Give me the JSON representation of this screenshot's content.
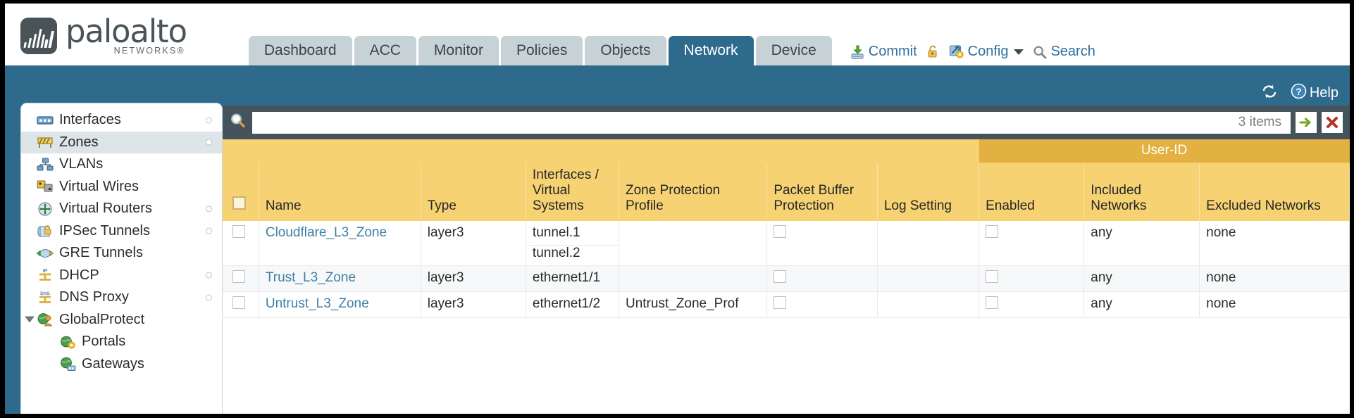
{
  "brand": {
    "name": "paloalto",
    "tagline": "NETWORKS®",
    "logo_icon": "paloalto-logo-icon"
  },
  "header": {
    "tabs": [
      {
        "label": "Dashboard",
        "active": false
      },
      {
        "label": "ACC",
        "active": false
      },
      {
        "label": "Monitor",
        "active": false
      },
      {
        "label": "Policies",
        "active": false
      },
      {
        "label": "Objects",
        "active": false
      },
      {
        "label": "Network",
        "active": true
      },
      {
        "label": "Device",
        "active": false
      }
    ],
    "actions": {
      "commit": "Commit",
      "lock_icon": "padlock-icon",
      "config": "Config",
      "search": "Search"
    }
  },
  "band": {
    "refresh_icon": "refresh-icon",
    "help": "Help"
  },
  "sidebar": {
    "items": [
      {
        "label": "Interfaces",
        "icon": "interfaces-icon",
        "active": false,
        "dot": true,
        "indent": false,
        "twisty": false
      },
      {
        "label": "Zones",
        "icon": "zones-icon",
        "active": true,
        "dot": true,
        "indent": false,
        "twisty": false
      },
      {
        "label": "VLANs",
        "icon": "vlans-icon",
        "active": false,
        "dot": false,
        "indent": false,
        "twisty": false
      },
      {
        "label": "Virtual Wires",
        "icon": "virtual-wires-icon",
        "active": false,
        "dot": false,
        "indent": false,
        "twisty": false
      },
      {
        "label": "Virtual Routers",
        "icon": "virtual-routers-icon",
        "active": false,
        "dot": true,
        "indent": false,
        "twisty": false
      },
      {
        "label": "IPSec Tunnels",
        "icon": "ipsec-tunnels-icon",
        "active": false,
        "dot": true,
        "indent": false,
        "twisty": false
      },
      {
        "label": "GRE Tunnels",
        "icon": "gre-tunnels-icon",
        "active": false,
        "dot": false,
        "indent": false,
        "twisty": false
      },
      {
        "label": "DHCP",
        "icon": "dhcp-icon",
        "active": false,
        "dot": true,
        "indent": false,
        "twisty": false
      },
      {
        "label": "DNS Proxy",
        "icon": "dns-proxy-icon",
        "active": false,
        "dot": true,
        "indent": false,
        "twisty": false
      },
      {
        "label": "GlobalProtect",
        "icon": "globalprotect-icon",
        "active": false,
        "dot": false,
        "indent": false,
        "twisty": true
      },
      {
        "label": "Portals",
        "icon": "portals-icon",
        "active": false,
        "dot": false,
        "indent": true,
        "twisty": false
      },
      {
        "label": "Gateways",
        "icon": "gateways-icon",
        "active": false,
        "dot": false,
        "indent": true,
        "twisty": false
      }
    ]
  },
  "search": {
    "value": "",
    "placeholder": "",
    "icon": "magnifier-icon",
    "item_count": "3 items",
    "apply_icon": "green-arrow-icon",
    "clear_icon": "red-x-icon"
  },
  "table": {
    "group_header": "User-ID",
    "columns": [
      "Name",
      "Type",
      "Interfaces / Virtual Systems",
      "Zone Protection Profile",
      "Packet Buffer Protection",
      "Log Setting",
      "Enabled",
      "Included Networks",
      "Excluded Networks"
    ],
    "rows": [
      {
        "selected": false,
        "name": "Cloudflare_L3_Zone",
        "type": "layer3",
        "interfaces": [
          "tunnel.1",
          "tunnel.2"
        ],
        "zone_protection_profile": "",
        "packet_buffer_protection": false,
        "log_setting": "",
        "userid_enabled": false,
        "included_networks": "any",
        "excluded_networks": "none"
      },
      {
        "selected": false,
        "name": "Trust_L3_Zone",
        "type": "layer3",
        "interfaces": [
          "ethernet1/1"
        ],
        "zone_protection_profile": "",
        "packet_buffer_protection": false,
        "log_setting": "",
        "userid_enabled": false,
        "included_networks": "any",
        "excluded_networks": "none"
      },
      {
        "selected": false,
        "name": "Untrust_L3_Zone",
        "type": "layer3",
        "interfaces": [
          "ethernet1/2"
        ],
        "zone_protection_profile": "Untrust_Zone_Prof",
        "packet_buffer_protection": false,
        "log_setting": "",
        "userid_enabled": false,
        "included_networks": "any",
        "excluded_networks": "none"
      }
    ]
  },
  "colors": {
    "brand_blue": "#2e6a8c",
    "header_gold": "#f7d272",
    "group_gold": "#e3b141",
    "searchbar_slate": "#45535c",
    "link_blue": "#3f7fa6"
  }
}
